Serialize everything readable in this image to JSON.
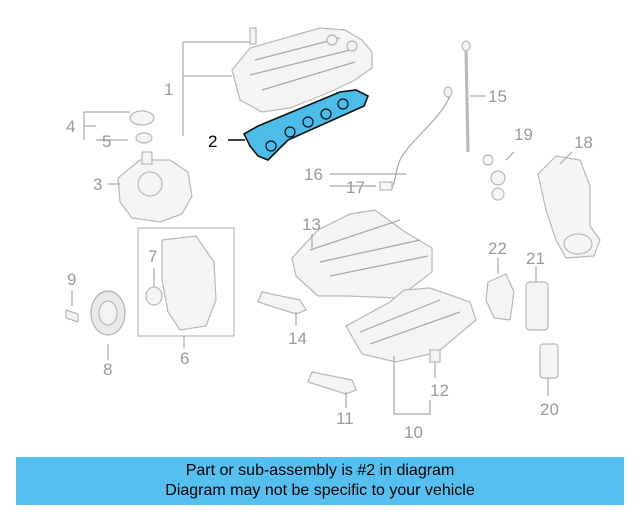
{
  "diagram": {
    "callouts": [
      {
        "id": "c1",
        "label": "1"
      },
      {
        "id": "c2",
        "label": "2"
      },
      {
        "id": "c3",
        "label": "3"
      },
      {
        "id": "c4",
        "label": "4"
      },
      {
        "id": "c5",
        "label": "5"
      },
      {
        "id": "c6",
        "label": "6"
      },
      {
        "id": "c7",
        "label": "7"
      },
      {
        "id": "c8",
        "label": "8"
      },
      {
        "id": "c9",
        "label": "9"
      },
      {
        "id": "c10",
        "label": "10"
      },
      {
        "id": "c11",
        "label": "11"
      },
      {
        "id": "c12",
        "label": "12"
      },
      {
        "id": "c13",
        "label": "13"
      },
      {
        "id": "c14",
        "label": "14"
      },
      {
        "id": "c15",
        "label": "15"
      },
      {
        "id": "c16",
        "label": "16"
      },
      {
        "id": "c17",
        "label": "17"
      },
      {
        "id": "c18",
        "label": "18"
      },
      {
        "id": "c19",
        "label": "19"
      },
      {
        "id": "c20",
        "label": "20"
      },
      {
        "id": "c21",
        "label": "21"
      },
      {
        "id": "c22",
        "label": "22"
      }
    ],
    "highlighted_part": "2",
    "highlight_color": "#4bbde8"
  },
  "banner": {
    "line1": "Part or sub-assembly is #2 in diagram",
    "line2": "Diagram may not be specific to your vehicle",
    "color": "#55bff0"
  }
}
